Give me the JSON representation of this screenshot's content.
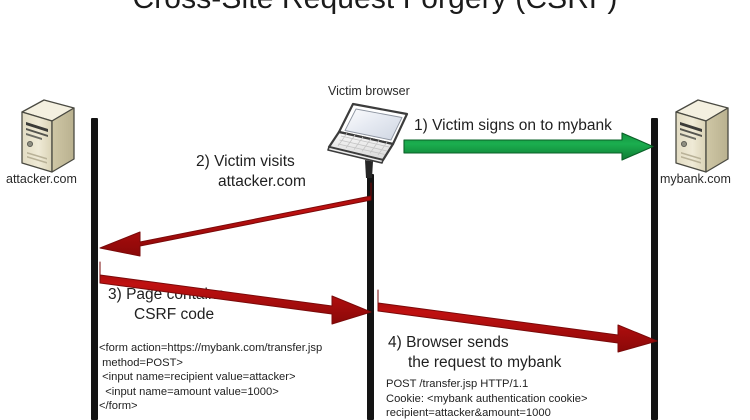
{
  "title": "Cross-Site Request Forgery (CSRF)",
  "endpoints": {
    "attacker": {
      "label": "attacker.com",
      "icon": "server-tower-icon"
    },
    "mybank": {
      "label": "mybank.com",
      "icon": "server-tower-icon"
    },
    "browser": {
      "label": "Victim browser",
      "icon": "laptop-icon"
    }
  },
  "steps": [
    {
      "id": "step-1",
      "number": "1)",
      "text": "1) Victim signs on to mybank",
      "direction": "browser-to-mybank",
      "color": "#17A348"
    },
    {
      "id": "step-2",
      "number": "2)",
      "text": "2) Victim visits\n    attacker.com",
      "line1": "2) Victim visits",
      "line2": "attacker.com",
      "direction": "browser-to-attacker",
      "color": "#B40E0E"
    },
    {
      "id": "step-3",
      "number": "3)",
      "text": "3) Page contains\n      CSRF code",
      "line1": "3) Page contains",
      "line2": "CSRF code",
      "direction": "attacker-to-browser",
      "color": "#B40E0E"
    },
    {
      "id": "step-4",
      "number": "4)",
      "text": "4) Browser sends\n     the request to mybank",
      "line1": "4) Browser sends",
      "line2": "the request to mybank",
      "direction": "browser-to-mybank",
      "color": "#B40E0E"
    }
  ],
  "code": {
    "form_snippet": "<form action=https://mybank.com/transfer.jsp\n method=POST>\n <input name=recipient value=attacker>\n  <input name=amount value=1000>\n</form>",
    "http_request": "POST /transfer.jsp HTTP/1.1\nCookie: <mybank authentication cookie>\nrecipient=attacker&amount=1000"
  },
  "colors": {
    "green_arrow": "#17A348",
    "red_arrow": "#B40E0E",
    "lifeline": "#131313",
    "server_body": "#EFE9D2",
    "background": "#FFFFFF"
  }
}
